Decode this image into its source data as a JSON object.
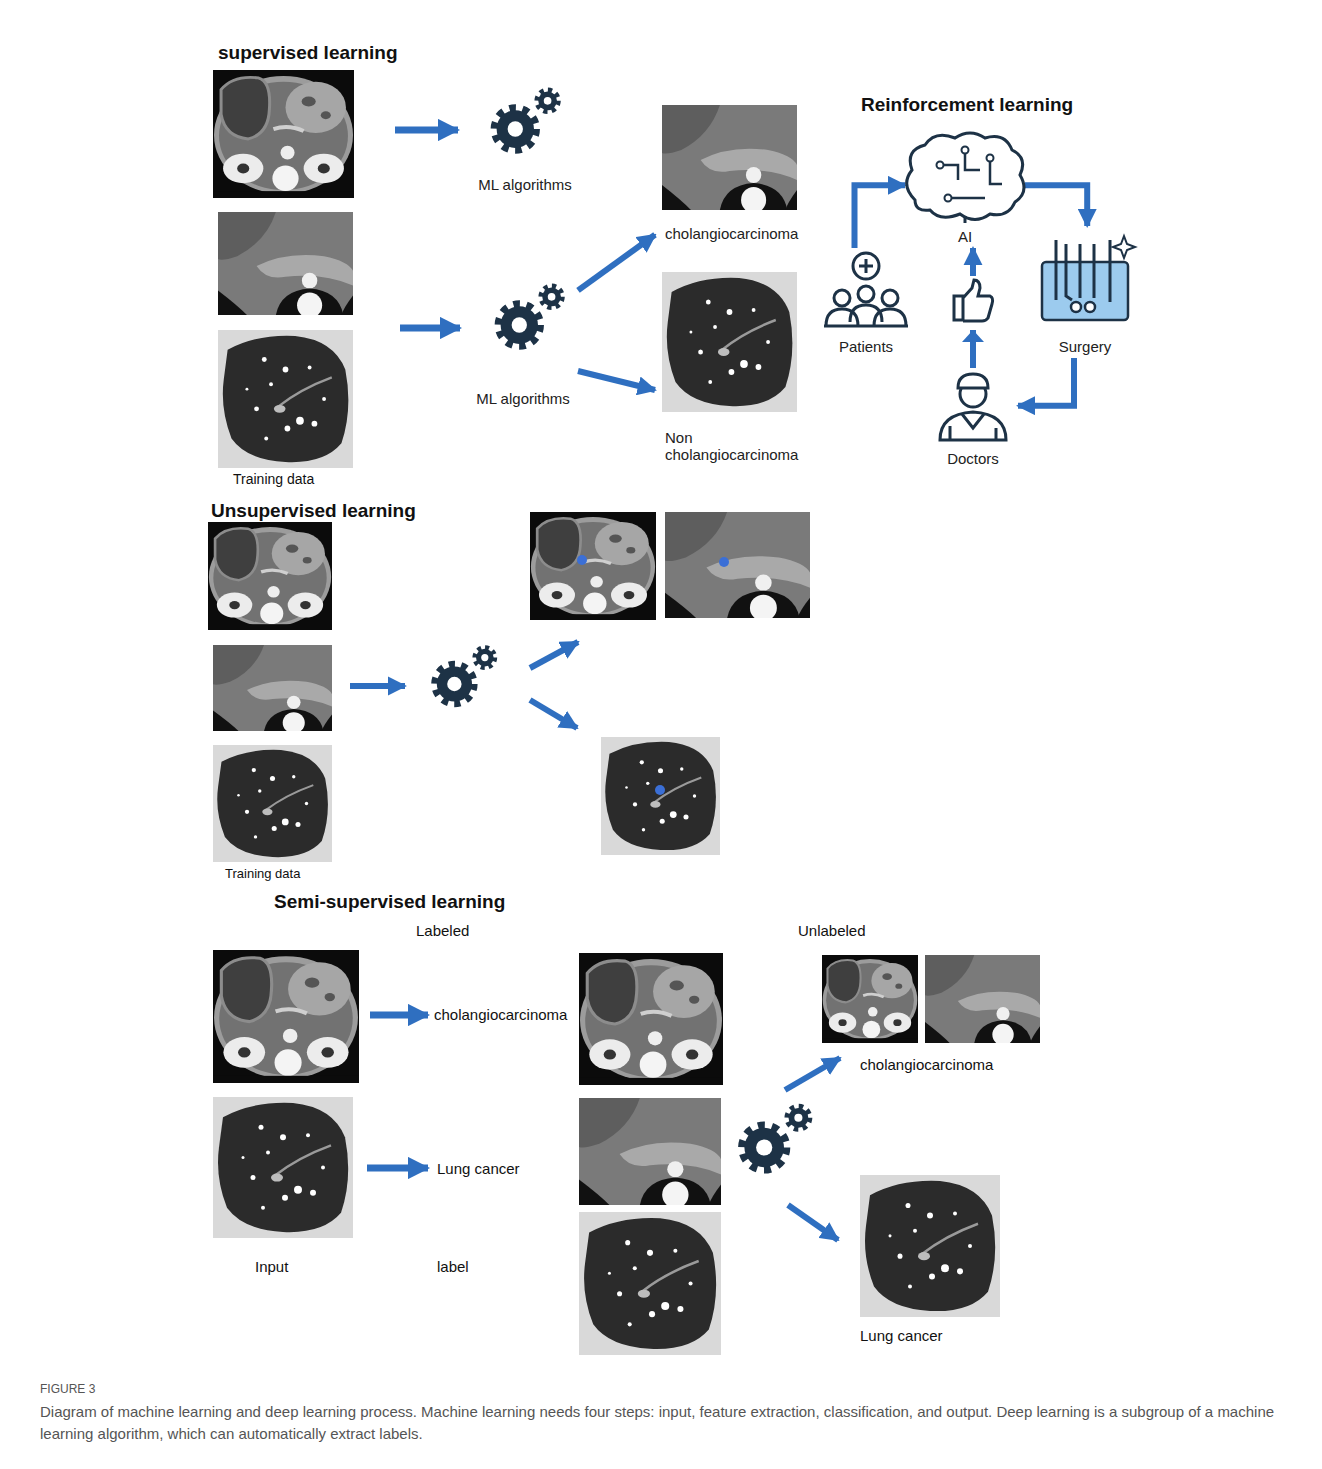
{
  "diagram": {
    "caption": "Diagram of machine learning and deep learning process. Machine learning needs four steps: input, feature extraction, classification, and output. Deep learning is a subgroup of a machine learning algorithm, which can automatically extract labels.",
    "nodes": [
      {
        "text": [
          "ML algorithms"
        ]
      },
      {
        "text": [
          "ML algorithms"
        ]
      },
      {
        "text": [
          "cholangiocarcinoma"
        ]
      },
      {
        "text": [
          "Non cholangiocarcinoma"
        ]
      },
      {
        "text": [
          "AI"
        ]
      },
      {
        "text": [
          "Patients"
        ]
      },
      {
        "text": [
          "Surgery"
        ]
      },
      {
        "text": [
          "Doctors"
        ]
      }
    ],
    "edges": [
      {
        "from": 1,
        "to": 2,
        "arrow": "to"
      },
      {
        "from": 1,
        "to": 3,
        "arrow": "to"
      },
      {
        "from": 5,
        "to": 4,
        "arrow": "to"
      },
      {
        "from": 4,
        "to": 6,
        "arrow": "to"
      },
      {
        "from": 6,
        "to": 7,
        "arrow": "to"
      },
      {
        "from": 7,
        "to": 4,
        "arrow": "to"
      }
    ],
    "labels": [
      "supervised learning",
      "Training data",
      "Reinforcement learning",
      "Unsupervised learning",
      "Training data",
      "Semi-supervised learning",
      "Labeled",
      "Unlabeled",
      "cholangiocarcinoma",
      "Lung cancer",
      "Input",
      "label",
      "cholangiocarcinoma",
      "Lung cancer",
      "FIGURE 3"
    ]
  }
}
